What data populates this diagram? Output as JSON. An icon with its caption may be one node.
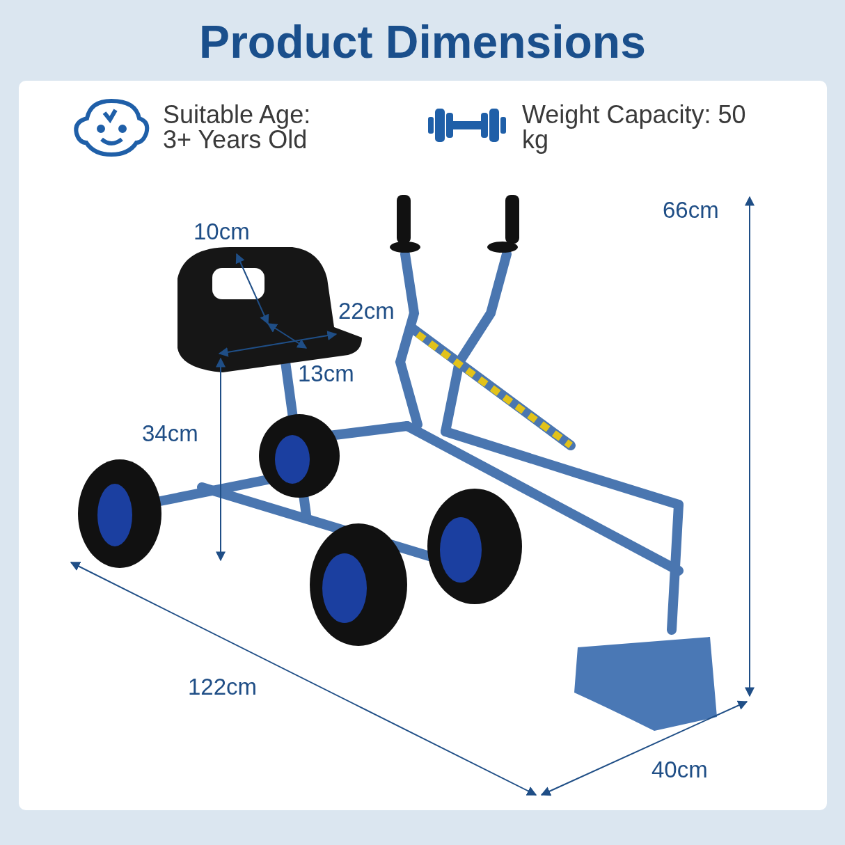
{
  "diagram": {
    "title": "Product Dimensions",
    "labels": [
      "Suitable Age: 3+ Years Old",
      "Weight Capacity: 50 kg",
      "66cm",
      "10cm",
      "22cm",
      "13cm",
      "34cm",
      "122cm",
      "40cm"
    ]
  }
}
